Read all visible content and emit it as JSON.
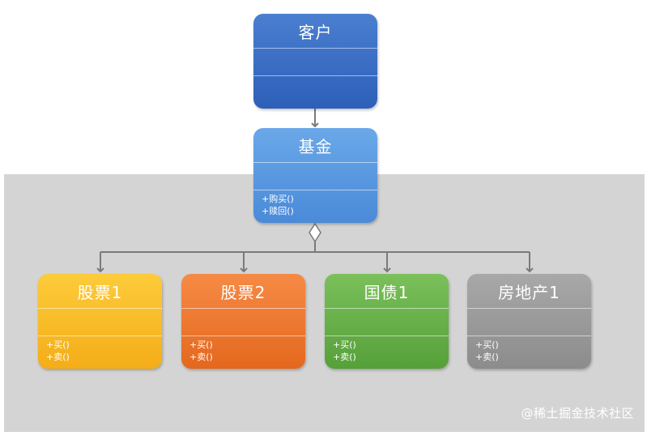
{
  "classes": {
    "customer": {
      "name": "客户",
      "color_top": "#4a7fd0",
      "color_bottom": "#2d5fb8",
      "operations": []
    },
    "fund": {
      "name": "基金",
      "color_top": "#6aa8e8",
      "color_bottom": "#4a8ad8",
      "operations": [
        "+购买()",
        "+赎回()"
      ]
    },
    "stock1": {
      "name": "股票1",
      "color_top": "#fdcb3a",
      "color_bottom": "#f4ad18",
      "operations": [
        "+买()",
        "+卖()"
      ]
    },
    "stock2": {
      "name": "股票2",
      "color_top": "#f68a45",
      "color_bottom": "#e4681e",
      "operations": [
        "+买()",
        "+卖()"
      ]
    },
    "bond1": {
      "name": "国债1",
      "color_top": "#7bc05a",
      "color_bottom": "#56a03a",
      "operations": [
        "+买()",
        "+卖()"
      ]
    },
    "realestate1": {
      "name": "房地产1",
      "color_top": "#a8a8a8",
      "color_bottom": "#8c8c8c",
      "operations": [
        "+买()",
        "+卖()"
      ]
    }
  },
  "colors": {
    "connector": "#7a7a7a",
    "panel": "#d4d4d4"
  },
  "watermark": "@稀土掘金技术社区"
}
